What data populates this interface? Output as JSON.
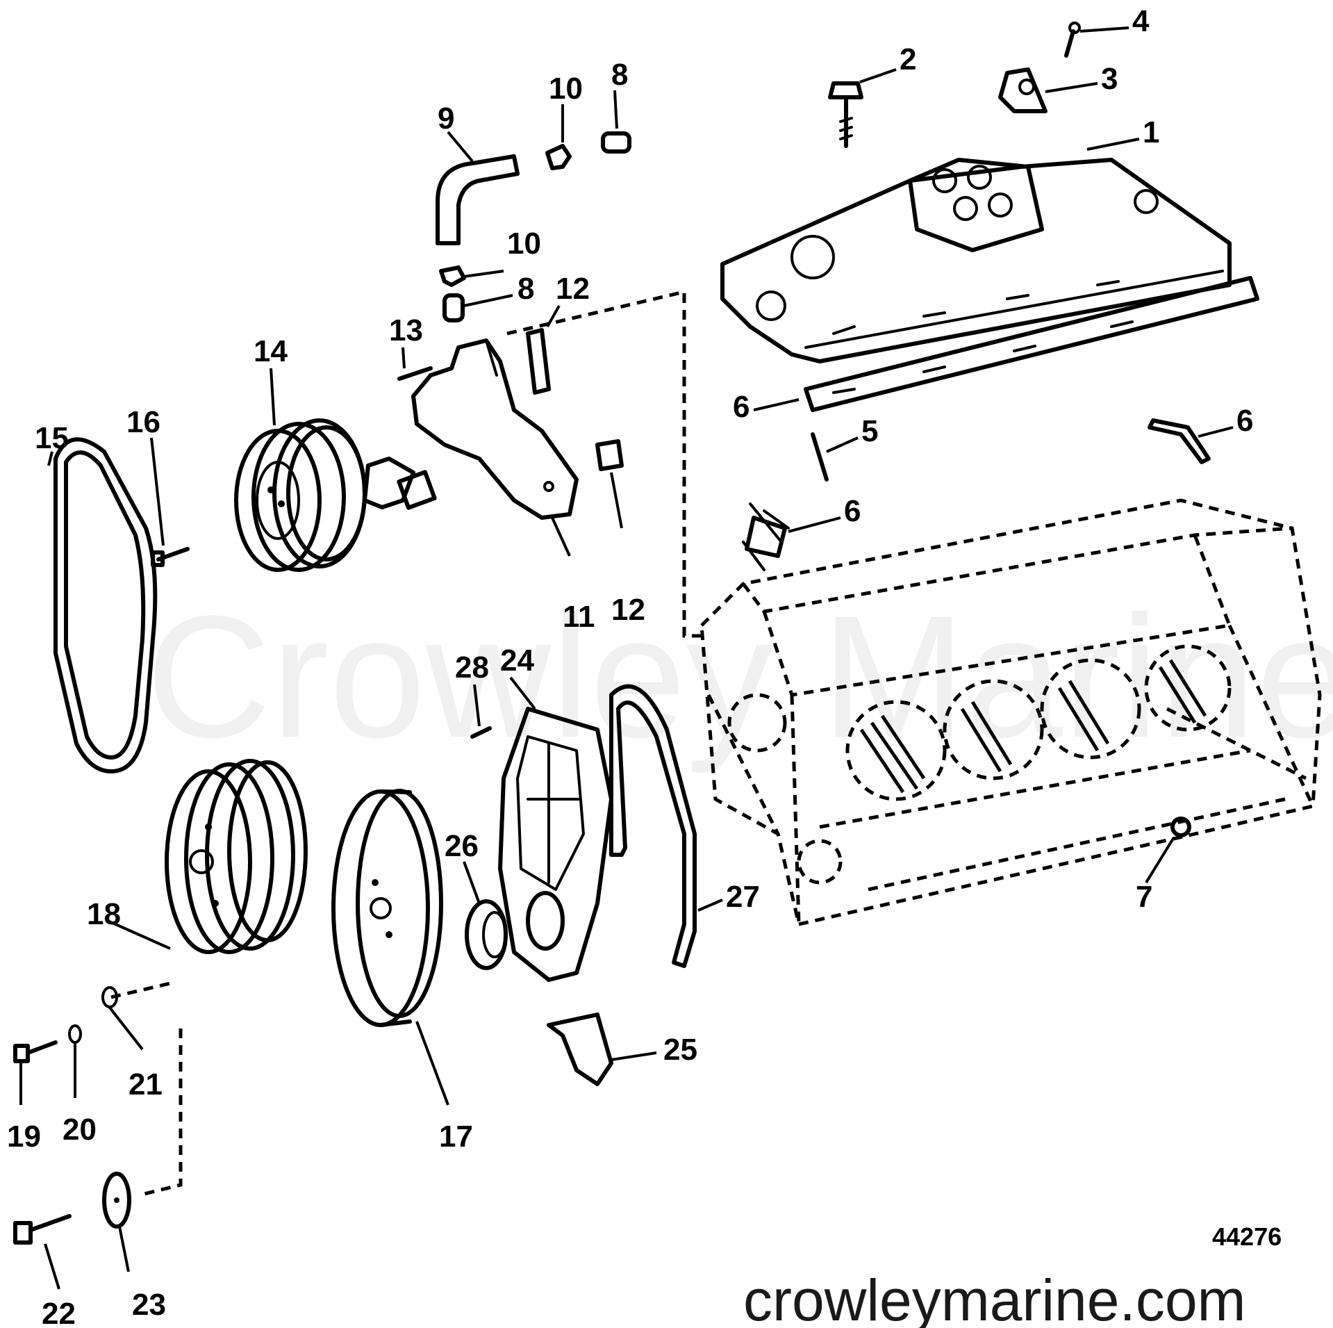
{
  "watermark_text": "Crowley Marine",
  "site_text": "crowleymarine.com",
  "figure_number": "44276",
  "parts": [
    {
      "id": "p1",
      "label": "1"
    },
    {
      "id": "p2",
      "label": "2"
    },
    {
      "id": "p3",
      "label": "3"
    },
    {
      "id": "p4",
      "label": "4"
    },
    {
      "id": "p5",
      "label": "5"
    },
    {
      "id": "p6a",
      "label": "6"
    },
    {
      "id": "p6b",
      "label": "6"
    },
    {
      "id": "p6c",
      "label": "6"
    },
    {
      "id": "p7",
      "label": "7"
    },
    {
      "id": "p8a",
      "label": "8"
    },
    {
      "id": "p8b",
      "label": "8"
    },
    {
      "id": "p9",
      "label": "9"
    },
    {
      "id": "p10a",
      "label": "10"
    },
    {
      "id": "p10b",
      "label": "10"
    },
    {
      "id": "p11",
      "label": "11"
    },
    {
      "id": "p12a",
      "label": "12"
    },
    {
      "id": "p12b",
      "label": "12"
    },
    {
      "id": "p13",
      "label": "13"
    },
    {
      "id": "p14",
      "label": "14"
    },
    {
      "id": "p15",
      "label": "15"
    },
    {
      "id": "p16",
      "label": "16"
    },
    {
      "id": "p17",
      "label": "17"
    },
    {
      "id": "p18",
      "label": "18"
    },
    {
      "id": "p19",
      "label": "19"
    },
    {
      "id": "p20",
      "label": "20"
    },
    {
      "id": "p21",
      "label": "21"
    },
    {
      "id": "p22",
      "label": "22"
    },
    {
      "id": "p23",
      "label": "23"
    },
    {
      "id": "p24",
      "label": "24"
    },
    {
      "id": "p25",
      "label": "25"
    },
    {
      "id": "p26",
      "label": "26"
    },
    {
      "id": "p27",
      "label": "27"
    },
    {
      "id": "p28",
      "label": "28"
    }
  ]
}
